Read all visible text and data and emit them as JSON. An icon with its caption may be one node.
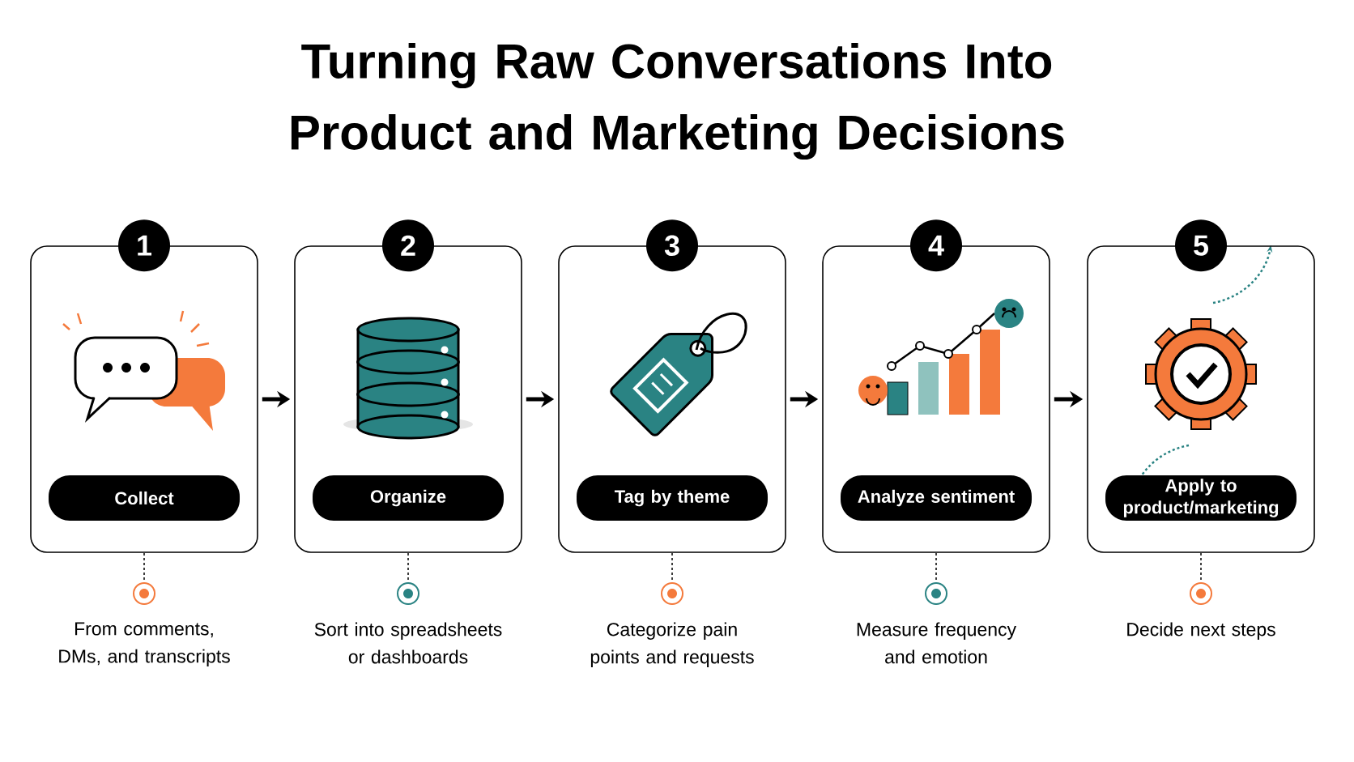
{
  "diagram": {
    "title": "Turning Raw Conversations Into Product and Marketing Decisions",
    "nodes": [
      {
        "text": [
          "1"
        ],
        "beside": [
          "From comments, DMs, and transcripts"
        ]
      },
      {
        "text": [
          "Collect"
        ],
        "in": 0
      },
      {
        "text": [
          "2"
        ],
        "beside": [
          "Sort into spreadsheets or dashboards"
        ]
      },
      {
        "text": [
          "Organize"
        ],
        "in": 2
      },
      {
        "text": [
          "3"
        ],
        "beside": [
          "Categorize pain points and requests"
        ]
      },
      {
        "text": [
          "Tag by theme"
        ],
        "in": 4
      },
      {
        "text": [
          "4"
        ],
        "beside": [
          "Measure frequency and emotion"
        ]
      },
      {
        "text": [
          "Analyze sentiment"
        ],
        "in": 6
      },
      {
        "text": [
          "5"
        ],
        "beside": [
          "Decide next steps"
        ]
      },
      {
        "text": [
          "Apply to product/marketing"
        ],
        "in": 8
      }
    ],
    "edges": [
      {
        "from": 0,
        "to": 2,
        "arrow": "to"
      },
      {
        "from": 2,
        "to": 4,
        "arrow": "to"
      },
      {
        "from": 4,
        "to": 6,
        "arrow": "to"
      },
      {
        "from": 6,
        "to": 8,
        "arrow": "to"
      }
    ]
  }
}
